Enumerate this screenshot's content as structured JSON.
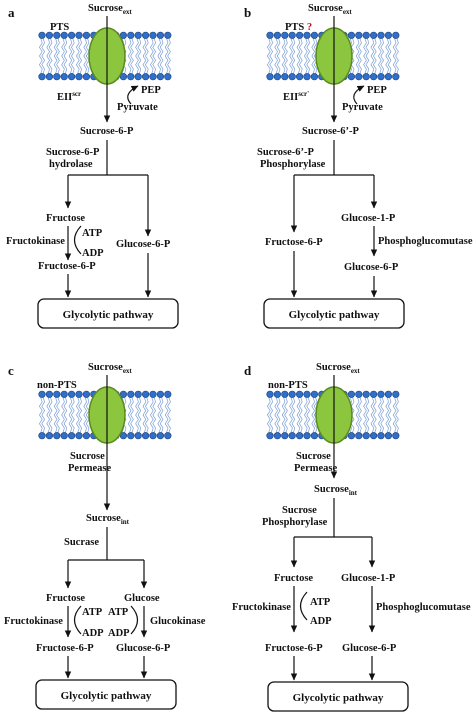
{
  "panels": {
    "a": {
      "letter": "a",
      "transporter": "PTS",
      "substrate": "Sucrose",
      "substrate_sub": "ext",
      "enzyme": "EII",
      "enzyme_sup": "scr",
      "donor": "PEP",
      "byproduct": "Pyruvate",
      "product": "Sucrose-6-P",
      "enzyme2_line1": "Sucrose-6-P",
      "enzyme2_line2": "hydrolase",
      "left_branch_1": "Fructose",
      "kinase": "Fructokinase",
      "atp": "ATP",
      "adp": "ADP",
      "left_branch_2": "Fructose-6-P",
      "right_branch_1": "Glucose-6-P",
      "pathway": "Glycolytic pathway"
    },
    "b": {
      "letter": "b",
      "transporter": "PTS",
      "question": "?",
      "substrate": "Sucrose",
      "substrate_sub": "ext",
      "enzyme": "EII",
      "enzyme_sup": "scr'",
      "donor": "PEP",
      "byproduct": "Pyruvate",
      "product": "Sucrose-6’-P",
      "enzyme2_line1": "Sucrose-6’-P",
      "enzyme2_line2": "Phosphorylase",
      "left_branch_1": "Fructose-6-P",
      "right_branch_1": "Glucose-1-P",
      "mutase": "Phosphoglucomutase",
      "right_branch_2": "Glucose-6-P",
      "pathway": "Glycolytic pathway"
    },
    "c": {
      "letter": "c",
      "transporter": "non-PTS",
      "substrate": "Sucrose",
      "substrate_sub": "ext",
      "permease_line1": "Sucrose",
      "permease_line2": "Permease",
      "internal": "Sucrose",
      "internal_sub": "int",
      "enzyme2": "Sucrase",
      "left_branch_1": "Fructose",
      "right_branch_1": "Glucose",
      "kinase_left": "Fructokinase",
      "kinase_right": "Glucokinase",
      "atp_left": "ATP",
      "adp_left": "ADP",
      "atp_right": "ATP",
      "adp_right": "ADP",
      "left_branch_2": "Fructose-6-P",
      "right_branch_2": "Glucose-6-P",
      "pathway": "Glycolytic pathway"
    },
    "d": {
      "letter": "d",
      "transporter": "non-PTS",
      "substrate": "Sucrose",
      "substrate_sub": "ext",
      "permease_line1": "Sucrose",
      "permease_line2": "Permease",
      "internal": "Sucrose",
      "internal_sub": "int",
      "enzyme2_line1": "Sucrose",
      "enzyme2_line2": "Phosphorylase",
      "left_branch_1": "Fructose",
      "right_branch_1": "Glucose-1-P",
      "kinase": "Fructokinase",
      "atp": "ATP",
      "adp": "ADP",
      "mutase": "Phosphoglucomutase",
      "left_branch_2": "Fructose-6-P",
      "right_branch_2": "Glucose-6-P",
      "pathway": "Glycolytic pathway"
    }
  },
  "colors": {
    "lipid_head": "#2f6fc9",
    "lipid_head_stroke": "#1b3f7a",
    "lipid_tail": "#7a9fd6",
    "protein_fill": "#8cc63f",
    "protein_stroke": "#5a8a20",
    "question_mark": "#c0121b"
  }
}
